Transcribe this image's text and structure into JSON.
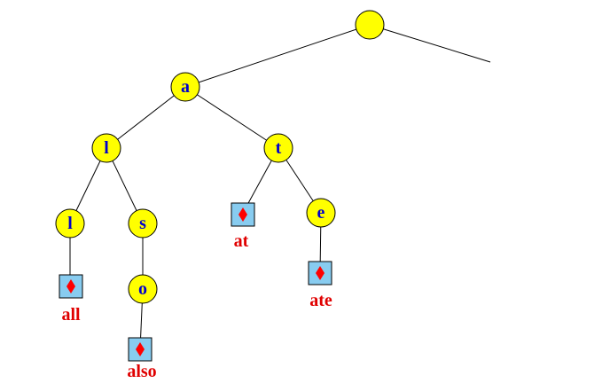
{
  "diagram": {
    "type": "trie",
    "colors": {
      "node_fill": "#ffff00",
      "letter": "#0000cc",
      "leaf_box": "#88ccf0",
      "terminator_diamond": "#ff0000",
      "word_label": "#e00000"
    },
    "nodes": [
      {
        "id": "root",
        "letter": ""
      },
      {
        "id": "a",
        "letter": "a"
      },
      {
        "id": "al",
        "letter": "l"
      },
      {
        "id": "at",
        "letter": "t"
      },
      {
        "id": "all",
        "letter": "l"
      },
      {
        "id": "als",
        "letter": "s"
      },
      {
        "id": "also",
        "letter": "o"
      },
      {
        "id": "ate",
        "letter": "e"
      }
    ],
    "leaves": [
      {
        "id": "leaf-all",
        "word": "all"
      },
      {
        "id": "leaf-also",
        "word": "also"
      },
      {
        "id": "leaf-at",
        "word": "at"
      },
      {
        "id": "leaf-ate",
        "word": "ate"
      }
    ]
  }
}
